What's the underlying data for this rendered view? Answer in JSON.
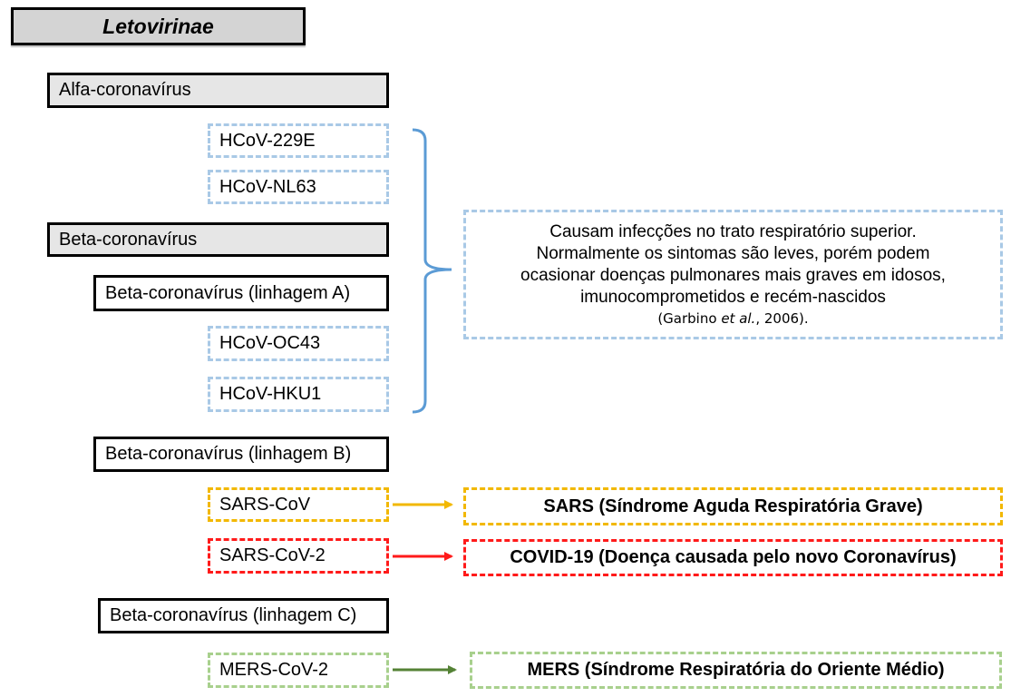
{
  "title": "Letovirinae",
  "groups": {
    "alfa": "Alfa-coronavírus",
    "beta": "Beta-coronavírus",
    "beta_a": "Beta-coronavírus (linhagem A)",
    "beta_b": "Beta-coronavírus (linhagem B)",
    "beta_c": "Beta-coronavírus (linhagem C)"
  },
  "viruses": {
    "hcov_229e": "HCoV-229E",
    "hcov_nl63": "HCoV-NL63",
    "hcov_oc43": "HCoV-OC43",
    "hcov_hku1": "HCoV-HKU1",
    "sars_cov": "SARS-CoV",
    "sars_cov_2": "SARS-CoV-2",
    "mers_cov_2": "MERS-CoV-2"
  },
  "note": {
    "line1": "Causam infecções no trato respiratório superior.",
    "line2": "Normalmente os sintomas são leves, porém podem",
    "line3": "ocasionar doenças pulmonares mais graves em idosos,",
    "line4": "imunocomprometidos e recém-nascidos",
    "citation_open": "(Garbino ",
    "citation_etal": "et al.",
    "citation_close": ", 2006)."
  },
  "diseases": {
    "sars": "SARS (Síndrome Aguda Respiratória Grave)",
    "covid": "COVID-19 (Doença causada pelo novo Coronavírus)",
    "mers": "MERS (Síndrome Respiratória do Oriente Médio)"
  },
  "colors": {
    "blue_dash": "#a9c9e6",
    "bracket": "#5b9bd5",
    "yellow": "#f2b800",
    "red": "#ff1a1a",
    "green": "#548235",
    "green_dash": "#a8d08d",
    "title_fill": "#d4d4d4",
    "group_fill": "#e6e6e6"
  }
}
